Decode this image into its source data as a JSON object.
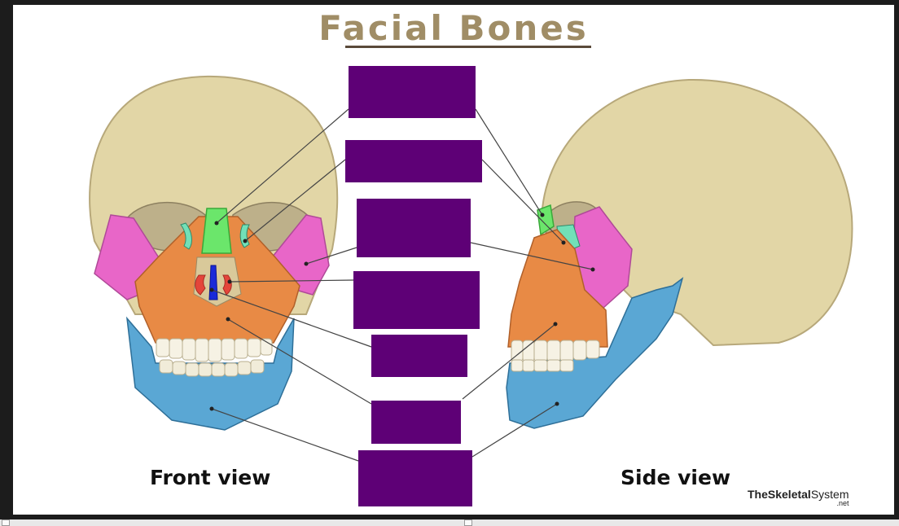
{
  "title": "Facial Bones",
  "views": {
    "front": "Front view",
    "side": "Side view"
  },
  "logo": {
    "name_bold": "TheSkeletal",
    "name_regular": "System",
    "suffix": ".net"
  },
  "colors": {
    "title": "#a08d66",
    "label_box": "#5e0076",
    "bone": "#e2d6a6",
    "maxilla": "#e88a45",
    "zygomatic": "#e866c8",
    "mandible": "#5aa7d4",
    "nasal": "#6be66b",
    "lacrimal": "#72e0b8",
    "vomer": "#1a2ad8",
    "concha": "#e4453a"
  },
  "label_boxes": [
    {
      "id": "label-box-1",
      "text": ""
    },
    {
      "id": "label-box-2",
      "text": ""
    },
    {
      "id": "label-box-3",
      "text": ""
    },
    {
      "id": "label-box-4",
      "text": ""
    },
    {
      "id": "label-box-5",
      "text": ""
    },
    {
      "id": "label-box-6",
      "text": ""
    },
    {
      "id": "label-box-7",
      "text": ""
    }
  ]
}
